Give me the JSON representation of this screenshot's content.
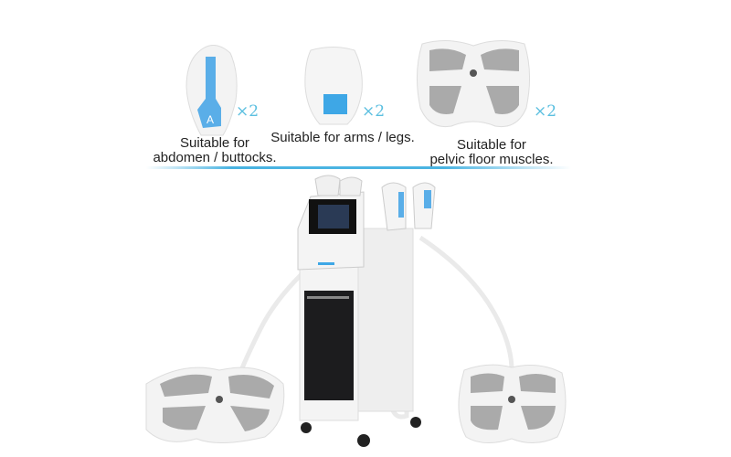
{
  "accessories": [
    {
      "label_line1": "Suitable for",
      "label_line2": "abdomen / buttocks.",
      "quantity": "×2",
      "handle_letter": "A"
    },
    {
      "label_line1": "Suitable for  arms / legs.",
      "quantity": "×2"
    },
    {
      "label_line1": "Suitable for",
      "label_line2": "pelvic floor muscles.",
      "quantity": "×2"
    }
  ],
  "colors": {
    "accent": "#4ab4e2",
    "handle_blue": "#5aaee8",
    "body": "#f2f2f2",
    "panel": "#1c1c1e"
  }
}
